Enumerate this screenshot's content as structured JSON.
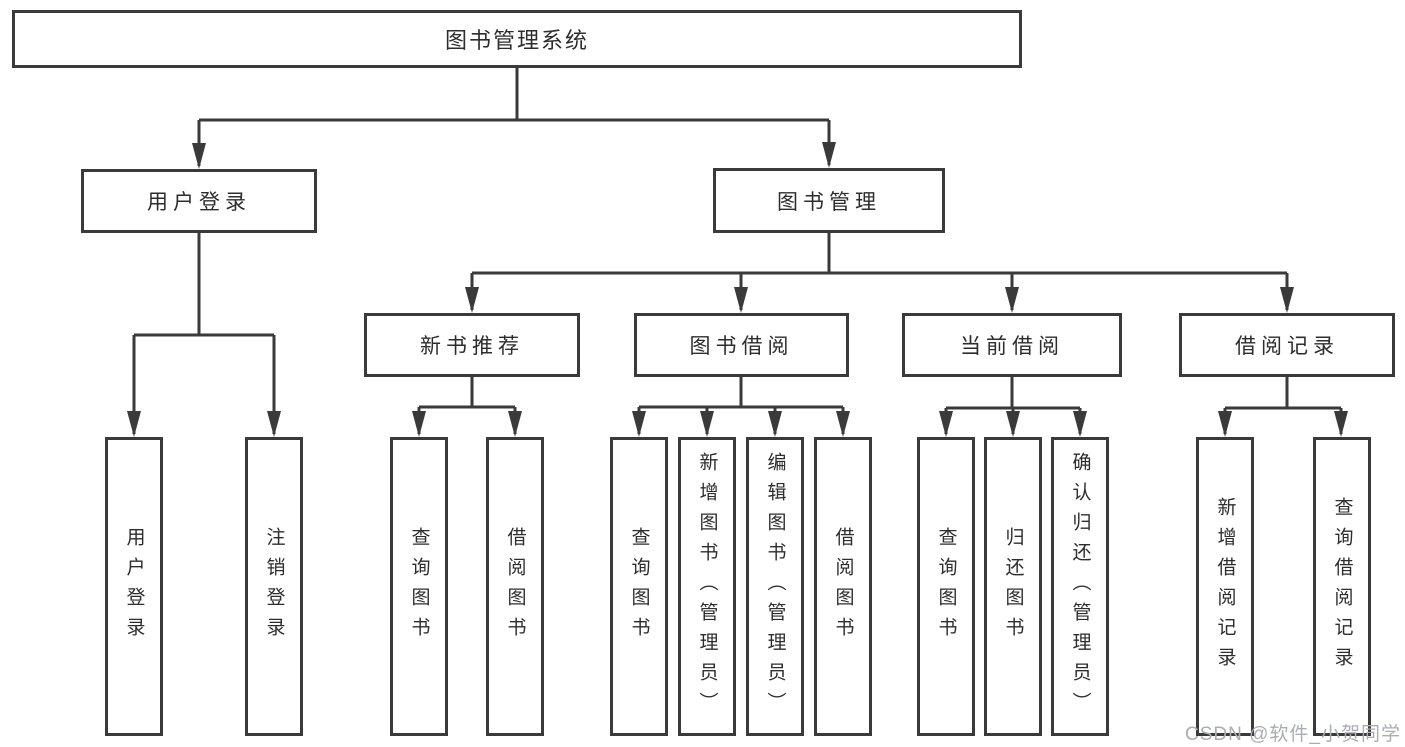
{
  "diagram_type": "hierarchy-tree",
  "tree": {
    "label": "图书管理系统",
    "children": [
      {
        "label": "用户登录",
        "children": [
          {
            "label": "用户登录"
          },
          {
            "label": "注销登录"
          }
        ]
      },
      {
        "label": "图书管理",
        "children": [
          {
            "label": "新书推荐",
            "children": [
              {
                "label": "查询图书"
              },
              {
                "label": "借阅图书"
              }
            ]
          },
          {
            "label": "图书借阅",
            "children": [
              {
                "label": "查询图书"
              },
              {
                "label": "新增图书（管理员）"
              },
              {
                "label": "编辑图书（管理员）"
              },
              {
                "label": "借阅图书"
              }
            ]
          },
          {
            "label": "当前借阅",
            "children": [
              {
                "label": "查询图书"
              },
              {
                "label": "归还图书"
              },
              {
                "label": "确认归还（管理员）"
              }
            ]
          },
          {
            "label": "借阅记录",
            "children": [
              {
                "label": "新增借阅记录"
              },
              {
                "label": "查询借阅记录"
              }
            ]
          }
        ]
      }
    ]
  },
  "watermark": "CSDN @软件_小贺同学",
  "colors": {
    "line": "#3a3a3a",
    "text": "#2d2d2d",
    "watermark": "#a9adb4",
    "background": "#ffffff"
  }
}
